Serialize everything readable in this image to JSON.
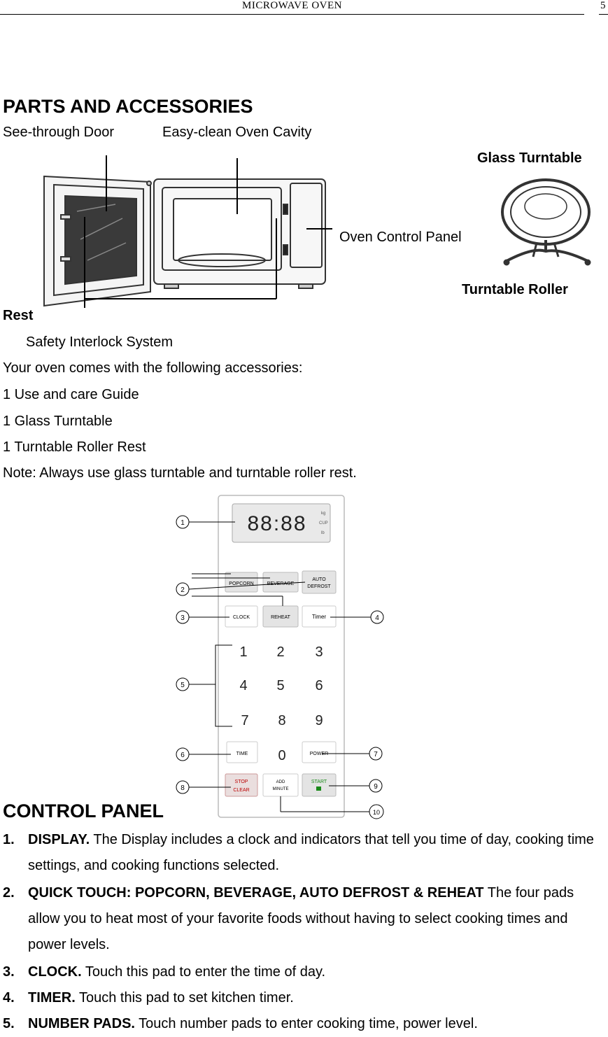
{
  "header": {
    "title": "MICROWAVE OVEN",
    "page_number": "5"
  },
  "parts": {
    "heading": "PARTS AND ACCESSORIES",
    "labels": {
      "door": "See-through Door",
      "cavity": "Easy-clean Oven Cavity",
      "turntable": "Glass Turntable",
      "control_panel": "Oven Control Panel",
      "roller": "Turntable Roller",
      "rest": "Rest",
      "interlock": "Safety Interlock System"
    }
  },
  "accessories": {
    "intro": "Your oven comes with the following accessories:",
    "items": [
      "1 Use and care Guide",
      "1 Glass Turntable",
      "1 Turntable Roller Rest"
    ],
    "note": "Note: Always use glass turntable and turntable roller rest."
  },
  "panel_figure": {
    "display_digits": "88:88",
    "side_indicators": [
      "kg",
      "CUP",
      "lb"
    ],
    "buttons": {
      "popcorn": "POPCORN",
      "beverage": "BEVERAGE",
      "auto1": "AUTO",
      "auto2": "DEFROST",
      "clock": "CLOCK",
      "reheat": "REHEAT",
      "timer": "Timer",
      "time": "TIME",
      "power": "POWER",
      "stop1": "STOP",
      "stop2": "CLEAR",
      "add1": "ADD",
      "add2": "MINUTE",
      "start": "START"
    },
    "digits": [
      "1",
      "2",
      "3",
      "4",
      "5",
      "6",
      "7",
      "8",
      "9",
      "0"
    ],
    "callouts": [
      "1",
      "2",
      "3",
      "4",
      "5",
      "6",
      "7",
      "8",
      "9",
      "10"
    ]
  },
  "control": {
    "heading": "CONTROL PANEL",
    "items": [
      {
        "num": "1.",
        "title": "DISPLAY.",
        "text": " The Display includes a clock and indicators that tell you time of day, cooking time settings, and cooking functions selected."
      },
      {
        "num": "2.",
        "title": "QUICK TOUCH: POPCORN, BEVERAGE, AUTO DEFROST & REHEAT",
        "text": " The four pads allow you to heat most of your favorite foods without having to select cooking times and power levels."
      },
      {
        "num": "3.",
        "title": "CLOCK.",
        "text": " Touch this pad to enter the time of day."
      },
      {
        "num": "4.",
        "title": "TIMER.",
        "text": " Touch this pad to set kitchen timer."
      },
      {
        "num": "5.",
        "title": "NUMBER PADS.",
        "text": " Touch number pads to enter cooking time, power level."
      }
    ]
  }
}
